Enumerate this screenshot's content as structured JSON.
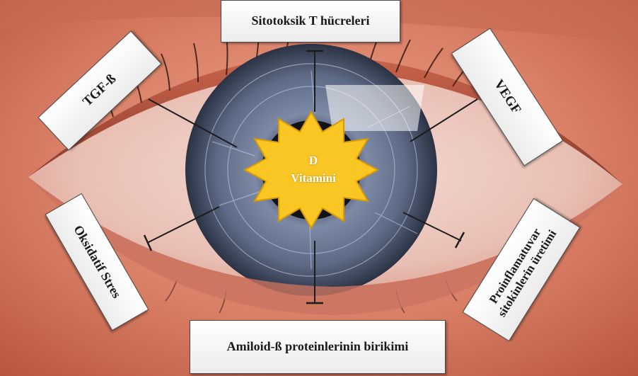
{
  "center": {
    "line1": "D",
    "line2": "Vitamini"
  },
  "factors": {
    "top": "Sitotoksik T hücreleri",
    "top_left": "TGF-ß",
    "top_right": "VEGF",
    "bottom_left": "Oksidatif Stres",
    "bottom": "Amiloid-ß proteinlerinin birikimi",
    "bottom_right_line1": "Proinflamatuvar",
    "bottom_right_line2": "sitokinlerin üretimi"
  },
  "colors": {
    "star_fill": "#f9c623",
    "star_stroke": "#d99a00",
    "inhibitor_line": "#1c1c1c",
    "box_border": "#4a4a4a"
  }
}
